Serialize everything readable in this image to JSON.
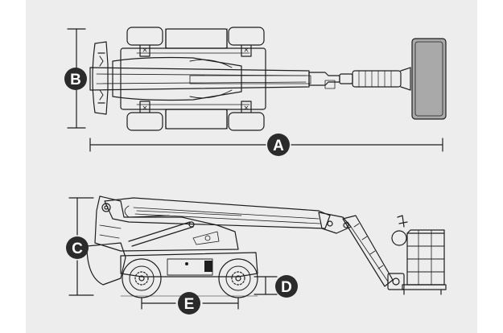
{
  "dimensions": {
    "A": {
      "letter": "A"
    },
    "B": {
      "letter": "B"
    },
    "C": {
      "letter": "C"
    },
    "D": {
      "letter": "D"
    },
    "E": {
      "letter": "E"
    }
  },
  "colors": {
    "panel_background": "#ededed",
    "line_art": "#1e1e1e",
    "badge_fill": "#2b2b2b",
    "badge_text": "#ffffff",
    "platform_fill": "#a9a9a9"
  }
}
